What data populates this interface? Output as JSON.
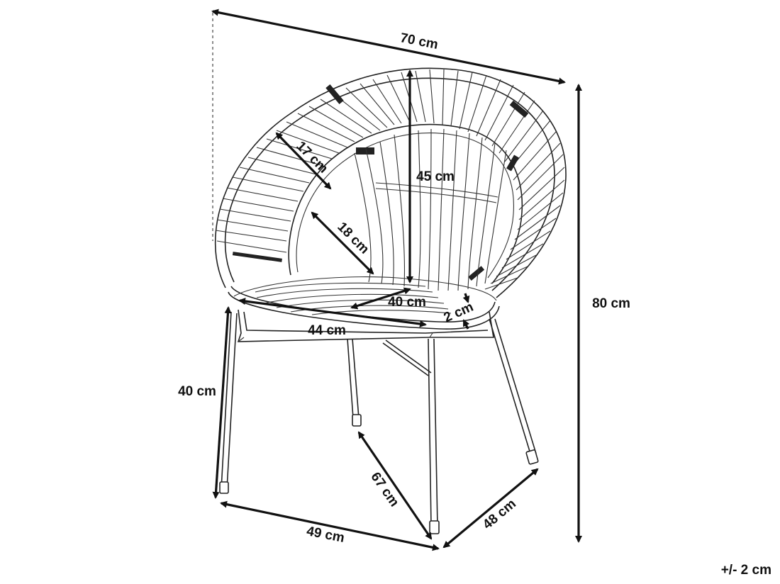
{
  "dimensions": {
    "overall_width": "70 cm",
    "overall_height": "80 cm",
    "rim_width": "17 cm",
    "backrest_height": "45 cm",
    "backrest_depth": "18 cm",
    "seat_depth": "40 cm",
    "seat_width": "44 cm",
    "rim_thickness": "2 cm",
    "seat_height": "40 cm",
    "base_width": "49 cm",
    "diagonal": "67 cm",
    "base_depth": "48 cm"
  },
  "tolerance": "+/- 2 cm",
  "colors": {
    "line": "#111111",
    "background": "#ffffff"
  }
}
